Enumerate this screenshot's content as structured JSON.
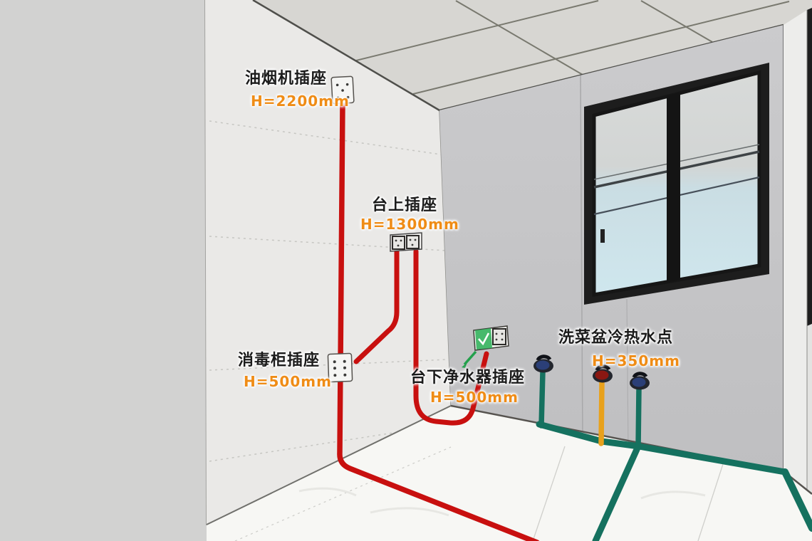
{
  "annotations": {
    "range_hood_socket": {
      "label": "油烟机插座",
      "height": "H=2200mm"
    },
    "countertop_socket": {
      "label": "台上插座",
      "height": "H=1300mm"
    },
    "sterilizer_socket": {
      "label": "消毒柜插座",
      "height": "H=500mm"
    },
    "water_purifier_socket": {
      "label": "台下净水器插座",
      "height": "H=500mm"
    },
    "sink_water_point": {
      "label": "洗菜盆冷热水点",
      "height": "H=350mm"
    }
  },
  "colors": {
    "label_text": "#1b1b1b",
    "label_height_text": "#ef8c16",
    "electric_conduit": "#c8100f",
    "cold_water_pipe": "#15715f",
    "hot_water_pipe": "#e8a11c",
    "cold_water_cap": "#2b3f77",
    "hot_water_cap": "#8a1712",
    "window_frame": "#1d1d1d",
    "selection_highlight": "#2fb05a"
  }
}
